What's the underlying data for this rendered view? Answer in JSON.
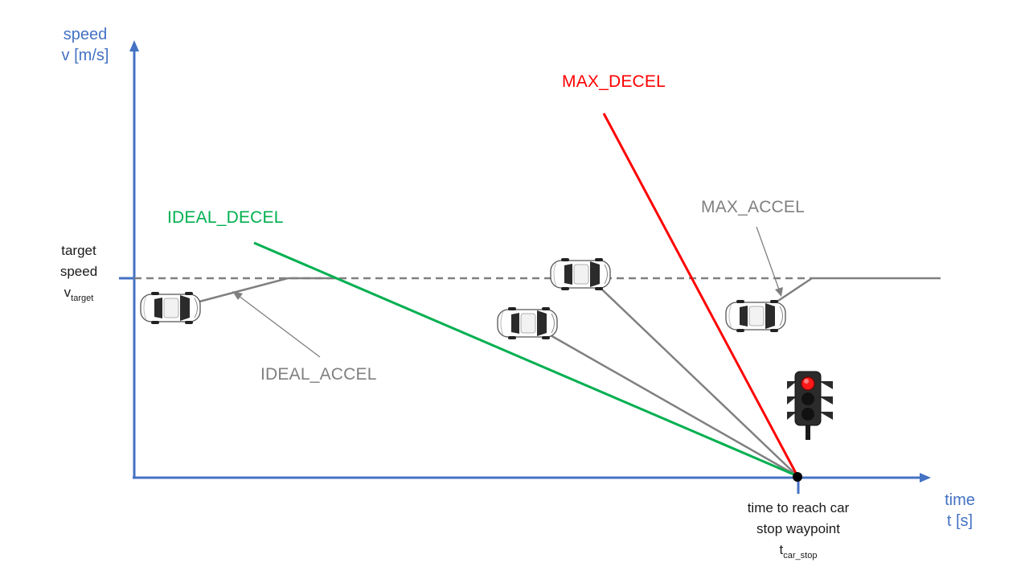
{
  "axes": {
    "y": {
      "line1": "speed",
      "line2": "v [m/s]"
    },
    "x": {
      "line1": "time",
      "line2": "t [s]"
    }
  },
  "target_speed": {
    "line1": "target",
    "line2": "speed",
    "symbol": "v",
    "subscript": "target"
  },
  "stop_point": {
    "line1": "time to reach car",
    "line2": "stop waypoint",
    "symbol": "t",
    "subscript": "car_stop"
  },
  "labels": {
    "ideal_decel": "IDEAL_DECEL",
    "max_decel": "MAX_DECEL",
    "max_accel": "MAX_ACCEL",
    "ideal_accel": "IDEAL_ACCEL"
  },
  "colors": {
    "axis": "#4472c4",
    "ideal_decel": "#00b050",
    "max_decel": "#ff0000",
    "profile": "#808080",
    "target_line": "#808080",
    "point": "#000000"
  },
  "icons": [
    "car-icon",
    "traffic-light-icon"
  ]
}
